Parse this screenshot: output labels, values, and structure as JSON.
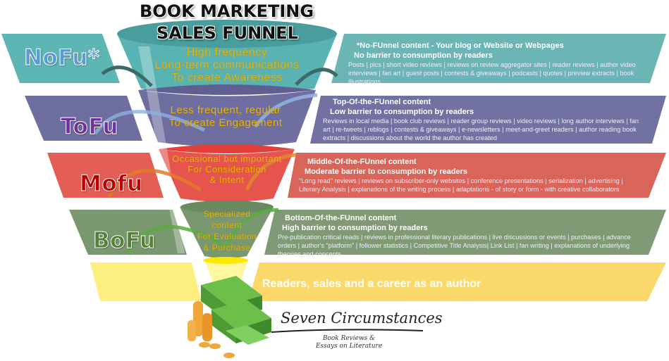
{
  "title": {
    "line1": "BOOK MARKETING",
    "line2": "SALES FUNNEL"
  },
  "stages": [
    {
      "label": "NoFu*",
      "color": "#5db6b4",
      "label_color": "#5b9bd5",
      "funnel_lines": [
        "High frequency",
        "Long-term communications",
        "To create Awareness"
      ],
      "heading": "*No-FUnnel content - Your blog or Website or Webpages",
      "barrier": "No barrier to consumption  by readers",
      "content": "Posts | pics | short video reviews | reviews on review aggregator sites | reader reviews | author video interviews | fan art | guest posts | contests & giveaways |  podcasts | quotes |  preview extracts | book illustrations"
    },
    {
      "label": "ToFu",
      "color": "#6e6ea0",
      "label_color": "#7030a0",
      "funnel_lines": [
        "Less frequent, regular",
        "To create Engagement"
      ],
      "heading": "Top-Of-the-FUnnel content",
      "barrier": "Low barrier to consumption  by readers",
      "content": "Reviews in local media | book club reviews | reader group reviews | video reviews | long author interviews |  fan art | re-tweets | reblogs | contests & giveaways |  e-newsletters  |  meet-and-greet readers | author reading book extracts | discussions about the world the author has created"
    },
    {
      "label": "Mofu",
      "color": "#e35e55",
      "label_color": "#c00000",
      "funnel_lines": [
        "Occasional but important",
        "For Consideration",
        "& Intent"
      ],
      "heading": "Middle-Of-the-FUnnel content",
      "barrier": "Moderate barrier to consumption by readers",
      "content": "\"Long read\" reviews | reviews on subscriber-only websites | conference presentations | serialization | advertising |  Literary Analysis | explanations of the writing process  | adaptations - of story or form - with creative collaborators"
    },
    {
      "label": "BoFu",
      "color": "#7a9870",
      "label_color": "#548235",
      "funnel_lines": [
        "Specialized",
        "content",
        "For Evaluation",
        "& Purchase"
      ],
      "heading": "Bottom-Of-the-FUnnel  content",
      "barrier": "High barrier to consumption  by readers",
      "content": "Pre-publication critical reads | reviews in professional literary publications | live discussions or events | purchases | advance orders | author's \"platform\" | follower statistics |  Competitive Title Analysis| Link List |  fan writing | explanations of underlying theories and concepts"
    }
  ],
  "outcome": {
    "text": "Readers, sales and a career as an author",
    "color": "#fbd86a"
  },
  "logo": {
    "name": "Seven Circumstances",
    "tagline_1": "Book Reviews &",
    "tagline_2": "Essays on Literature"
  }
}
